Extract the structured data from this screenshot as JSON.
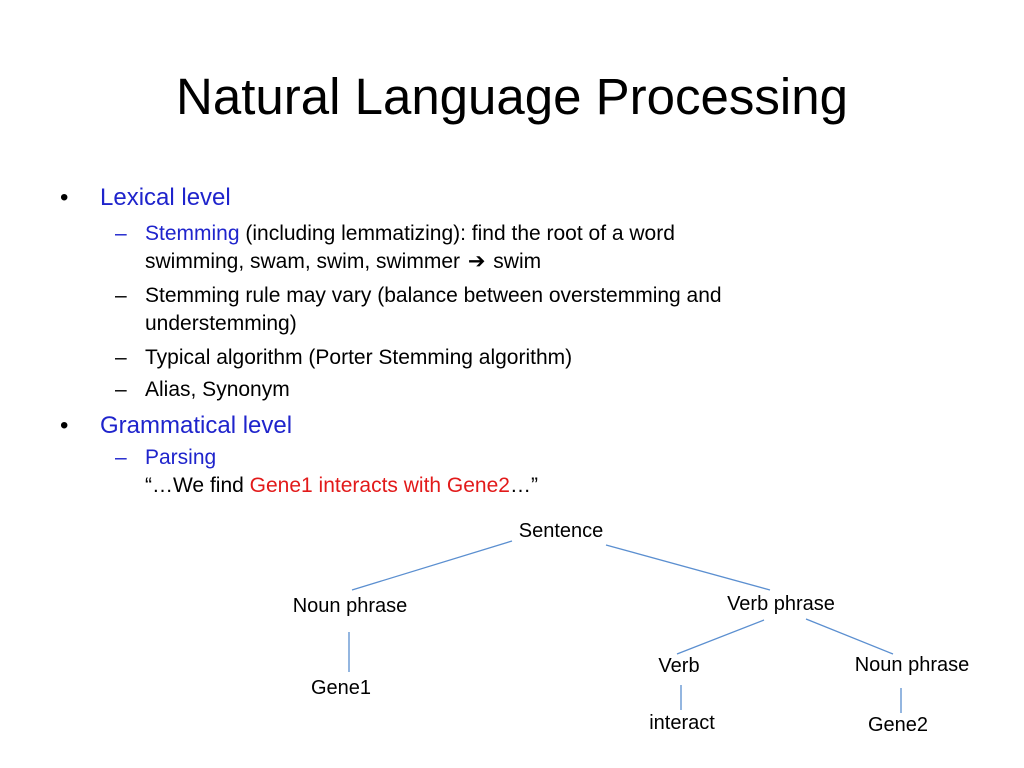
{
  "slide": {
    "title": "Natural Language Processing"
  },
  "bullets": {
    "lexical": {
      "heading": "Lexical level",
      "stemming_term": "Stemming",
      "stemming_desc": "(including lemmatizing): find the root of a word",
      "stemming_examples": "swimming, swam, swim, swimmer",
      "stemming_result": "swim",
      "rule_line1": "Stemming rule may vary (balance between overstemming and",
      "rule_line2": "understemming)",
      "algorithm": "Typical algorithm (Porter Stemming algorithm)",
      "alias": "Alias, Synonym"
    },
    "grammatical": {
      "heading": "Grammatical level",
      "parsing_term": "Parsing",
      "quote_prefix": "“…We find ",
      "quote_highlight": "Gene1 interacts with Gene2",
      "quote_suffix": "…”"
    }
  },
  "parse_tree": {
    "root": "Sentence",
    "noun_phrase_left": "Noun phrase",
    "gene1": "Gene1",
    "verb_phrase": "Verb phrase",
    "verb": "Verb",
    "interact": "interact",
    "noun_phrase_right": "Noun phrase",
    "gene2": "Gene2"
  },
  "colors": {
    "term_blue": "#1f24cc",
    "highlight_red": "#e21a1a",
    "tree_line": "#5b8fd0"
  },
  "icons": {
    "bullet": "bullet-dot-icon",
    "dash": "dash-icon",
    "arrow": "right-arrow-icon"
  }
}
